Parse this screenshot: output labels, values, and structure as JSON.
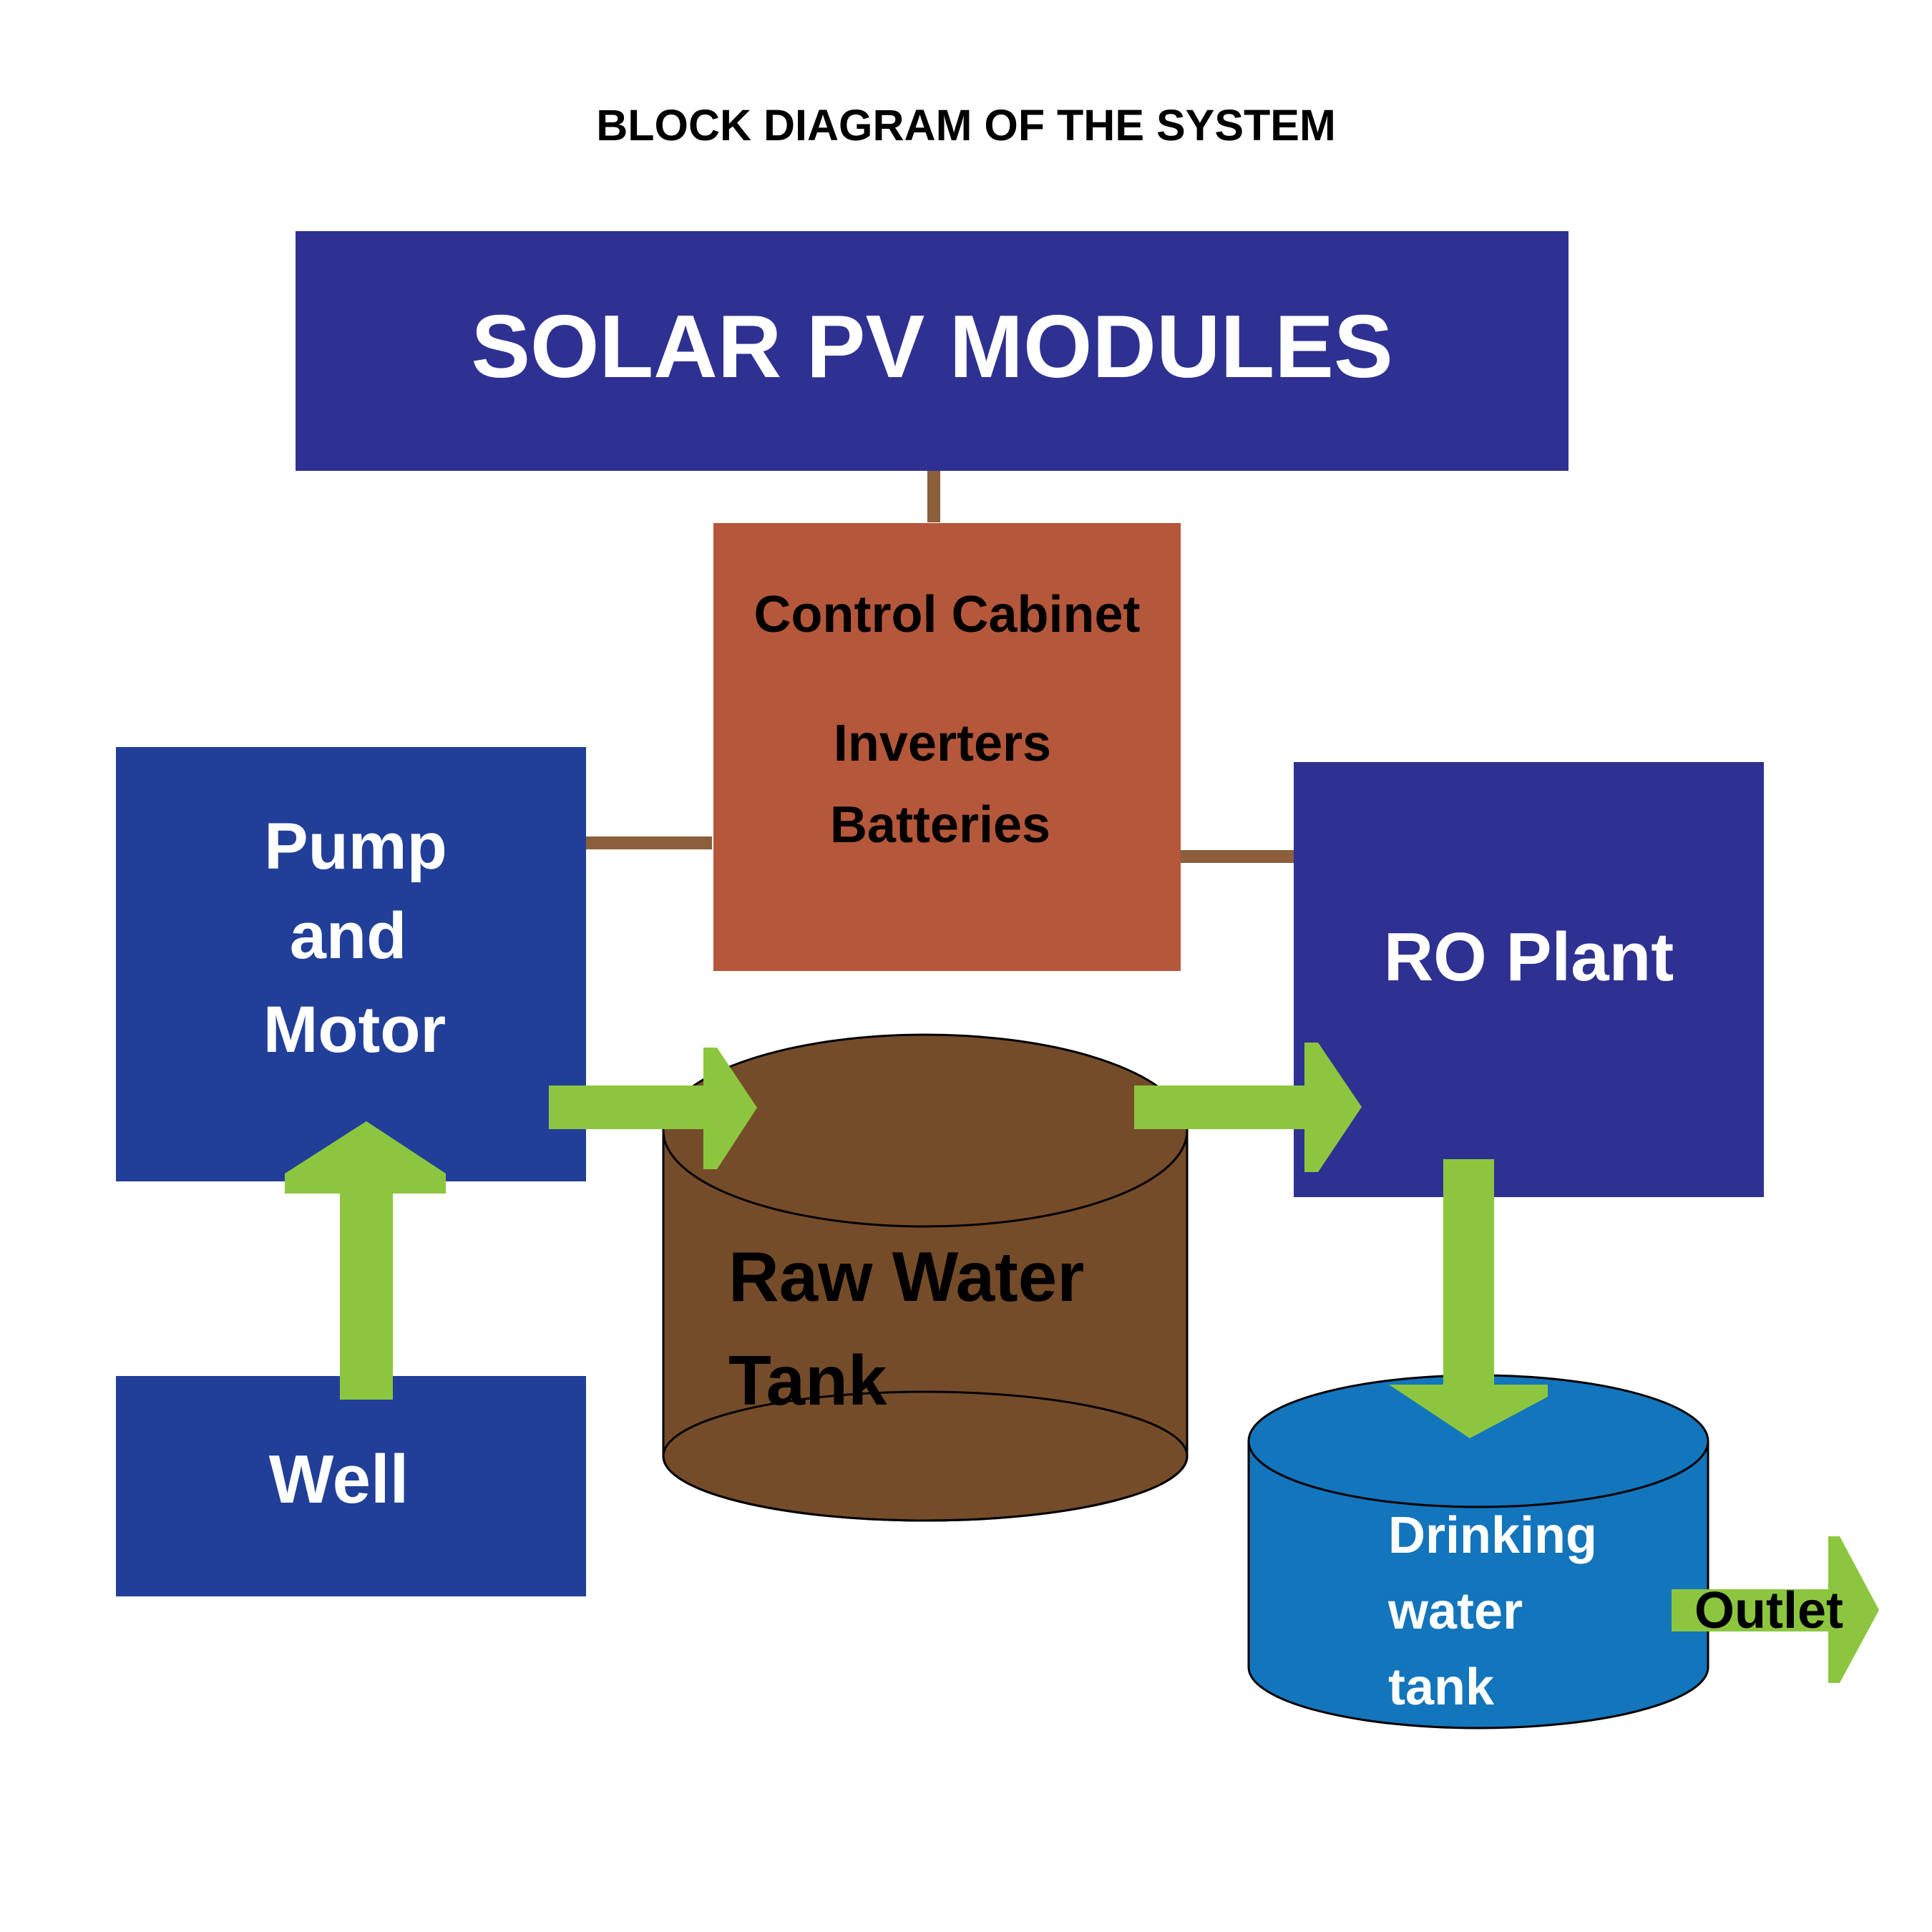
{
  "title": "BLOCK DIAGRAM OF THE SYSTEM",
  "colors": {
    "navy": "#2E3192",
    "blue_box": "#213F99",
    "cabinet": "#B5573A",
    "raw_tank": "#754C29",
    "drinking_tank": "#1375BC",
    "arrow": "#8CC63F",
    "connector": "#8B5E3C"
  },
  "blocks": {
    "solar": {
      "label": "SOLAR PV MODULES"
    },
    "control": {
      "heading": "Control Cabinet",
      "line1": "Inverters",
      "line2": "Batteries"
    },
    "pump": {
      "line1": "Pump",
      "line2": "and",
      "line3": "Motor"
    },
    "ro": {
      "label": "RO Plant"
    },
    "well": {
      "label": "Well"
    },
    "raw_tank": {
      "line1": "Raw Water",
      "line2": "Tank"
    },
    "drinking_tank": {
      "line1": "Drinking",
      "line2": "water",
      "line3": "tank"
    },
    "outlet": {
      "label": "Outlet"
    }
  }
}
